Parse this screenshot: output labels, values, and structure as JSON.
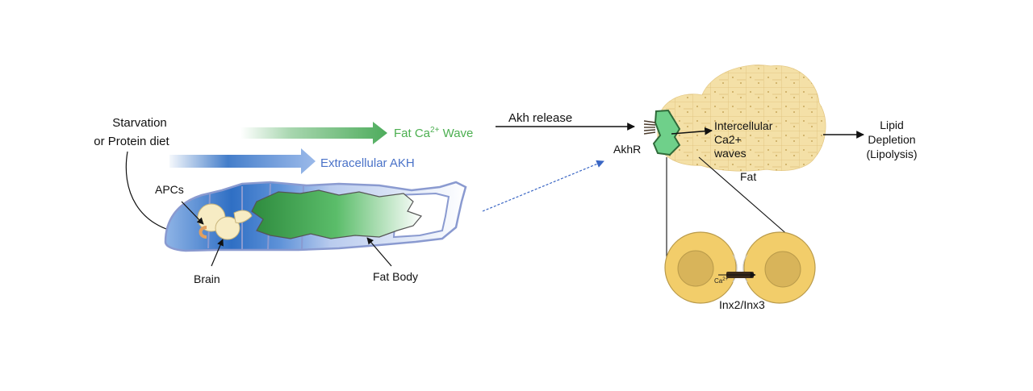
{
  "labels": {
    "starvation_line1": "Starvation",
    "starvation_line2": "or Protein diet",
    "fat_wave_prefix": "Fat Ca",
    "fat_wave_sup": "2+",
    "fat_wave_suffix": " Wave",
    "extracellular_akh": "Extracellular AKH",
    "apcs": "APCs",
    "brain": "Brain",
    "fat_body": "Fat Body",
    "akh_release": "Akh release",
    "akhr": "AkhR",
    "intercellular_line1": "Intercellular",
    "intercellular_line2": "Ca2+",
    "intercellular_line3": "waves",
    "fat": "Fat",
    "lipid_line1": "Lipid",
    "lipid_line2": "Depletion",
    "lipid_line3": "(Lipolysis)",
    "inx": "Inx2/Inx3",
    "ca_small": "Ca",
    "ca_small_sup": "2+"
  },
  "colors": {
    "green_arrow": "#3aa34a",
    "green_text": "#4caf50",
    "blue_arrow": "#2f6fc4",
    "blue_text": "#4a72c8",
    "larva_outline": "#8a9ad0",
    "fat_tissue": "#f1deaa",
    "fat_cell": "#e6c87c",
    "akh_cell_green": "#6fd08a",
    "cell_fill": "#f2cd6a",
    "nucleus_fill": "#d8b45a"
  }
}
